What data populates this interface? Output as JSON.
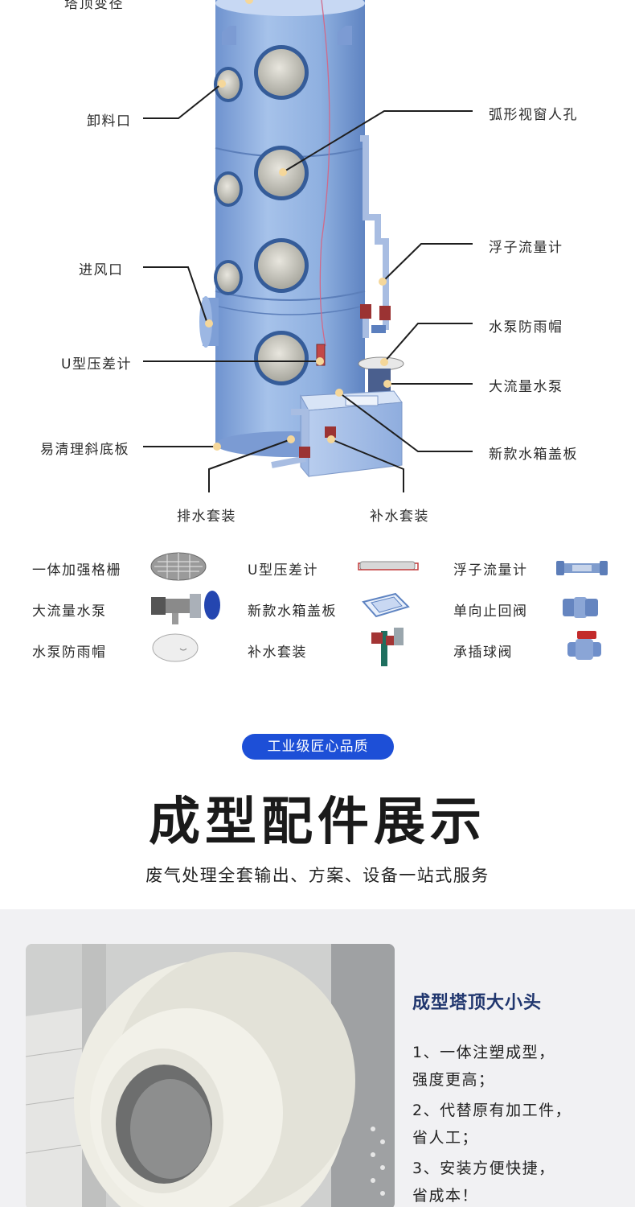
{
  "tower": {
    "callouts_left": {
      "top_cut": "塔顶变径",
      "discharge": "卸料口",
      "air_inlet": "进风口",
      "u_gauge": "U型压差计",
      "sloped_bottom": "易清理斜底板"
    },
    "callouts_right": {
      "manhole": "弧形视窗人孔",
      "flowmeter": "浮子流量计",
      "rain_cap": "水泵防雨帽",
      "pump": "大流量水泵",
      "tank_cover": "新款水箱盖板"
    },
    "callouts_bottom": {
      "drain": "排水套装",
      "refill": "补水套装"
    }
  },
  "parts": [
    {
      "label": "一体加强格栅",
      "icon": "grating-icon"
    },
    {
      "label": "U型压差计",
      "icon": "u-gauge-icon"
    },
    {
      "label": "浮子流量计",
      "icon": "flowmeter-icon"
    },
    {
      "label": "大流量水泵",
      "icon": "pump-icon"
    },
    {
      "label": "新款水箱盖板",
      "icon": "tank-cover-icon"
    },
    {
      "label": "单向止回阀",
      "icon": "check-valve-icon"
    },
    {
      "label": "水泵防雨帽",
      "icon": "rain-cap-icon"
    },
    {
      "label": "补水套装",
      "icon": "refill-kit-icon"
    },
    {
      "label": "承插球阀",
      "icon": "ball-valve-icon"
    }
  ],
  "section": {
    "badge": "工业级匠心品质",
    "headline": "成型配件展示",
    "subline": "废气处理全套输出、方案、设备一站式服务"
  },
  "feature": {
    "title": "成型塔顶大小头",
    "bullets": [
      "1、一体注塑成型，",
      "强度更高；",
      "2、代替原有加工件，",
      "省人工；",
      "3、安装方便快捷，",
      "省成本！"
    ]
  },
  "colors": {
    "tower_blue": "#8fb0e0",
    "badge_blue": "#1d4fd7",
    "feature_title": "#20366e",
    "feature_bg": "#f1f1f3"
  }
}
